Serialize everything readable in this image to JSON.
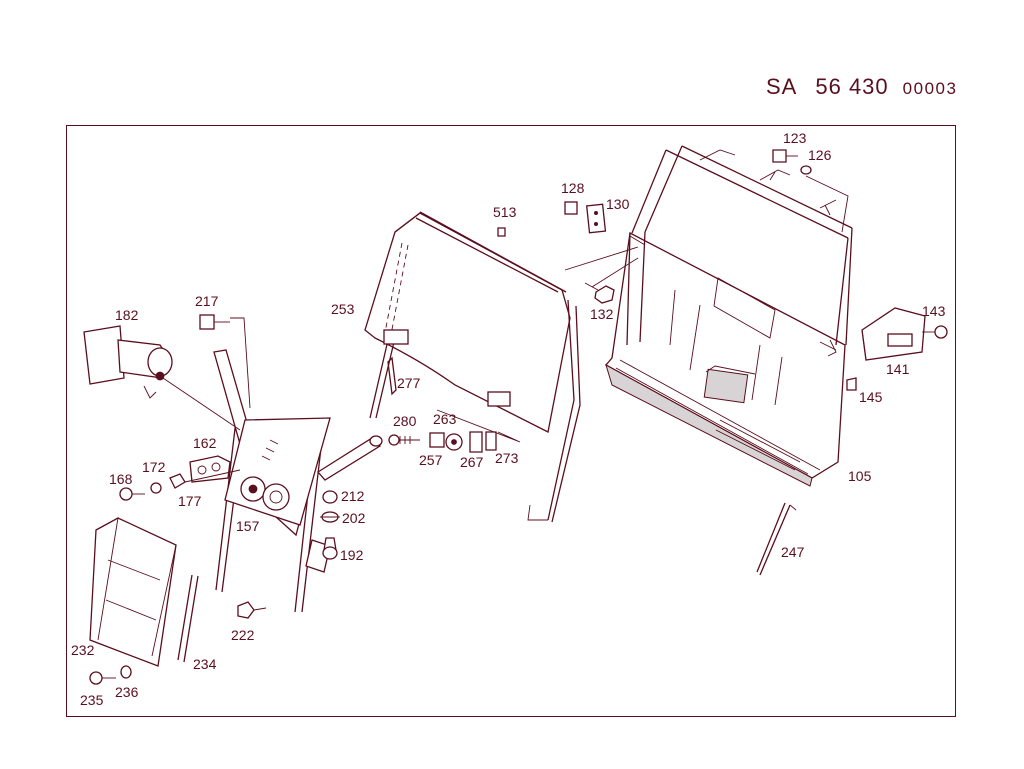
{
  "header": {
    "prefix": "SA",
    "group": "56 430",
    "sheet": "00003"
  },
  "callouts": [
    {
      "id": "c123",
      "text": "123"
    },
    {
      "id": "c126",
      "text": "126"
    },
    {
      "id": "c128",
      "text": "128"
    },
    {
      "id": "c130",
      "text": "130"
    },
    {
      "id": "c513",
      "text": "513"
    },
    {
      "id": "c132",
      "text": "132"
    },
    {
      "id": "c143",
      "text": "143"
    },
    {
      "id": "c141",
      "text": "141"
    },
    {
      "id": "c145",
      "text": "145"
    },
    {
      "id": "c105",
      "text": "105"
    },
    {
      "id": "c247",
      "text": "247"
    },
    {
      "id": "c253",
      "text": "253"
    },
    {
      "id": "c277",
      "text": "277"
    },
    {
      "id": "c263",
      "text": "263"
    },
    {
      "id": "c280",
      "text": "280"
    },
    {
      "id": "c257",
      "text": "257"
    },
    {
      "id": "c267",
      "text": "267"
    },
    {
      "id": "c273",
      "text": "273"
    },
    {
      "id": "c182",
      "text": "182"
    },
    {
      "id": "c217",
      "text": "217"
    },
    {
      "id": "c162",
      "text": "162"
    },
    {
      "id": "c168",
      "text": "168"
    },
    {
      "id": "c172",
      "text": "172"
    },
    {
      "id": "c177",
      "text": "177"
    },
    {
      "id": "c157",
      "text": "157"
    },
    {
      "id": "c212",
      "text": "212"
    },
    {
      "id": "c202",
      "text": "202"
    },
    {
      "id": "c192",
      "text": "192"
    },
    {
      "id": "c222",
      "text": "222"
    },
    {
      "id": "c232",
      "text": "232"
    },
    {
      "id": "c234",
      "text": "234"
    },
    {
      "id": "c235",
      "text": "235"
    },
    {
      "id": "c236",
      "text": "236"
    }
  ]
}
